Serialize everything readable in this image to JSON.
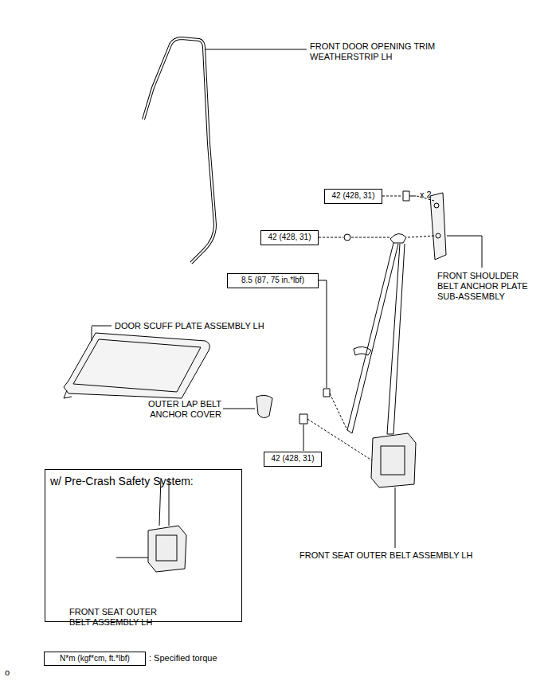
{
  "diagram": {
    "nodes": [
      {
        "text": [
          "42 (428, 31)"
        ]
      },
      {
        "text": [
          "42 (428, 31)"
        ]
      },
      {
        "text": [
          "8.5 (87, 75 in.*lbf)"
        ]
      },
      {
        "text": [
          "42 (428, 31)"
        ]
      },
      {
        "text": [
          "w/ Pre-Crash Safety System:",
          "FRONT SEAT OUTER BELT ASSEMBLY LH"
        ]
      },
      {
        "text": [
          "N*m (kgf*cm, ft.*lbf)"
        ]
      }
    ],
    "labels": [
      "FRONT DOOR OPENING TRIM WEATHERSTRIP LH",
      "x 2",
      "FRONT SHOULDER BELT ANCHOR PLATE SUB-ASSEMBLY",
      "DOOR SCUFF PLATE ASSEMBLY LH",
      "OUTER LAP BELT ANCHOR COVER",
      "FRONT SEAT OUTER BELT ASSEMBLY LH",
      ": Specified torque",
      "o"
    ]
  }
}
